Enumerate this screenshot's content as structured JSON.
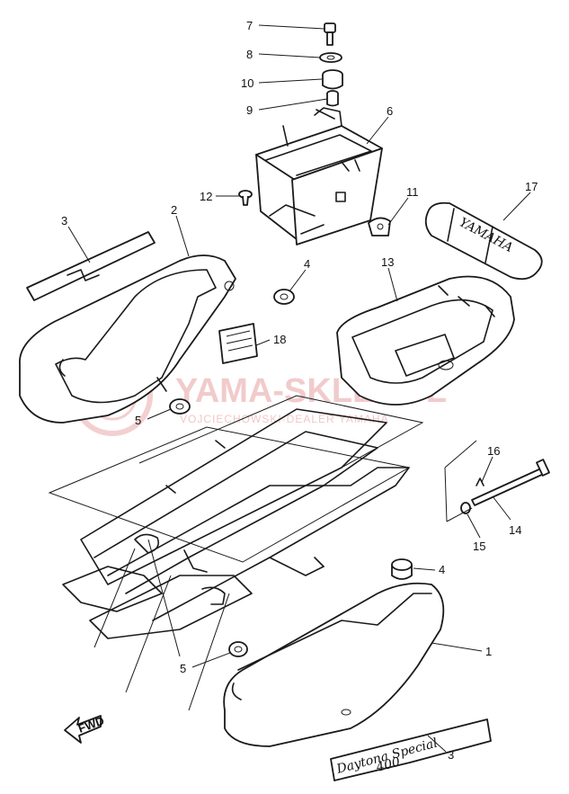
{
  "callouts": [
    {
      "n": "7",
      "label": "7"
    },
    {
      "n": "8",
      "label": "8"
    },
    {
      "n": "10",
      "label": "10"
    },
    {
      "n": "9",
      "label": "9"
    },
    {
      "n": "6",
      "label": "6"
    },
    {
      "n": "12",
      "label": "12"
    },
    {
      "n": "11",
      "label": "11"
    },
    {
      "n": "17",
      "label": "17"
    },
    {
      "n": "3a",
      "label": "3"
    },
    {
      "n": "2",
      "label": "2"
    },
    {
      "n": "4a",
      "label": "4"
    },
    {
      "n": "13",
      "label": "13"
    },
    {
      "n": "18",
      "label": "18"
    },
    {
      "n": "5a",
      "label": "5"
    },
    {
      "n": "16",
      "label": "16"
    },
    {
      "n": "14",
      "label": "14"
    },
    {
      "n": "15",
      "label": "15"
    },
    {
      "n": "4b",
      "label": "4"
    },
    {
      "n": "1",
      "label": "1"
    },
    {
      "n": "5b",
      "label": "5"
    },
    {
      "n": "3b",
      "label": "3"
    }
  ],
  "fwd_label": "FWD",
  "decal_text": "Daytona Special",
  "decal_number": "400",
  "toolkit_text": "YAMAHA",
  "watermark": {
    "main": "YAMA-SKLEP.PL",
    "sub": "VOJCIECHOWSKI-DEALER YAMAHA"
  },
  "colors": {
    "line": "#1a1a1a",
    "watermark": "#e7a2a2"
  }
}
